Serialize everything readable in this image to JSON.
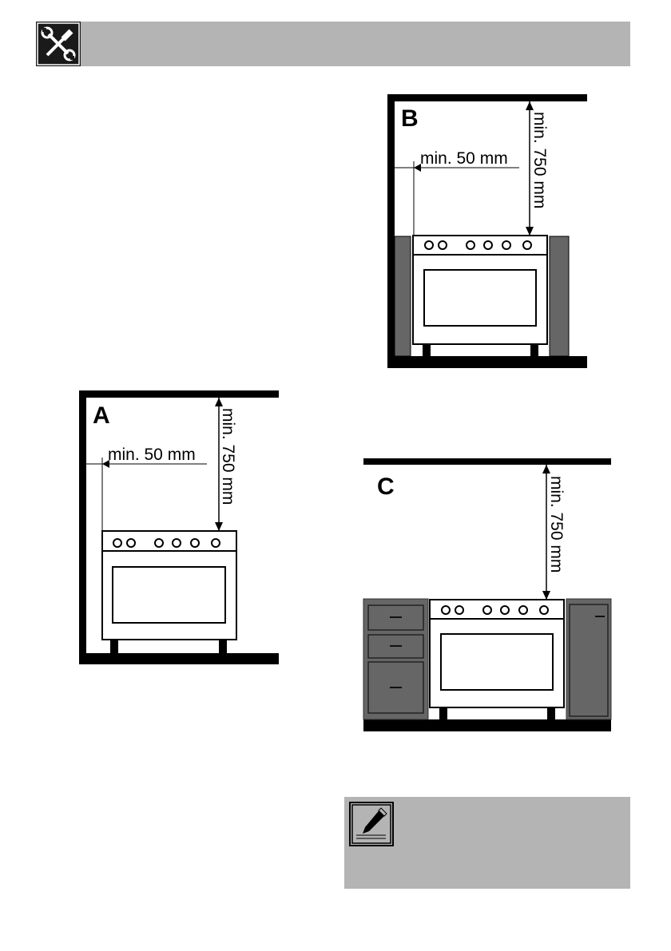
{
  "header": {
    "icon": "tools-icon"
  },
  "figures": {
    "a": {
      "label": "A",
      "side_clearance": "min. 50 mm",
      "top_clearance": "min. 750 mm"
    },
    "b": {
      "label": "B",
      "side_clearance": "min. 50 mm",
      "top_clearance": "min. 750 mm"
    },
    "c": {
      "label": "C",
      "top_clearance": "min. 750 mm"
    }
  },
  "note": {
    "icon": "pencil-note-icon"
  },
  "colors": {
    "header_bg": "#b4b4b4",
    "cabinet_fill": "#666666",
    "wall": "#000000"
  }
}
